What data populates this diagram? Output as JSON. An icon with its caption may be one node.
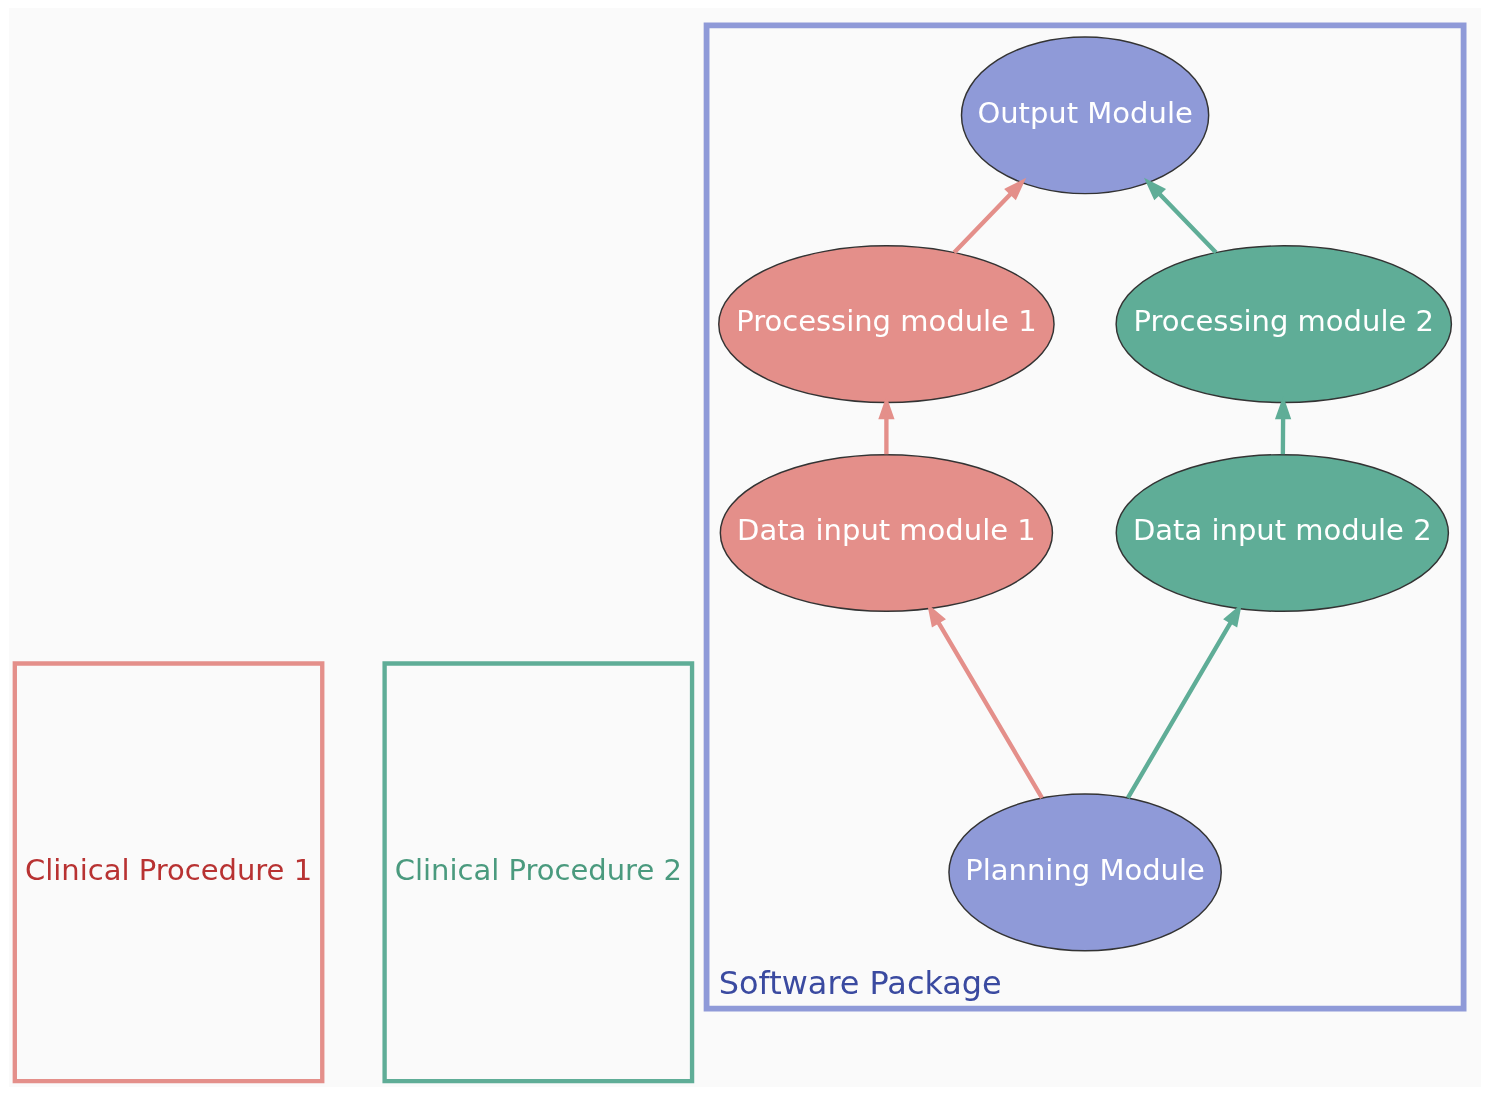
{
  "diagram": {
    "nodes": [
      {
        "text": [
          "Clinical Procedure 1"
        ]
      },
      {
        "text": [
          "Clinical Procedure 2"
        ]
      },
      {
        "text": [
          "Software Package"
        ]
      },
      {
        "text": [
          "Output Module"
        ],
        "in": 2
      },
      {
        "text": [
          "Processing module 1"
        ],
        "in": 2
      },
      {
        "text": [
          "Processing module 2"
        ],
        "in": 2
      },
      {
        "text": [
          "Data input module 1"
        ],
        "in": 2
      },
      {
        "text": [
          "Data input module 2"
        ],
        "in": 2
      },
      {
        "text": [
          "Planning Module"
        ],
        "in": 2
      }
    ],
    "edges": [
      {
        "from": 8,
        "to": 6,
        "arrow": "to",
        "color": "#e48f8a"
      },
      {
        "from": 6,
        "to": 4,
        "arrow": "to",
        "color": "#e48f8a"
      },
      {
        "from": 4,
        "to": 3,
        "arrow": "to",
        "color": "#e48f8a"
      },
      {
        "from": 8,
        "to": 7,
        "arrow": "to",
        "color": "#5fad97"
      },
      {
        "from": 7,
        "to": 5,
        "arrow": "to",
        "color": "#5fad97"
      },
      {
        "from": 5,
        "to": 3,
        "arrow": "to",
        "color": "#5fad97"
      }
    ]
  }
}
